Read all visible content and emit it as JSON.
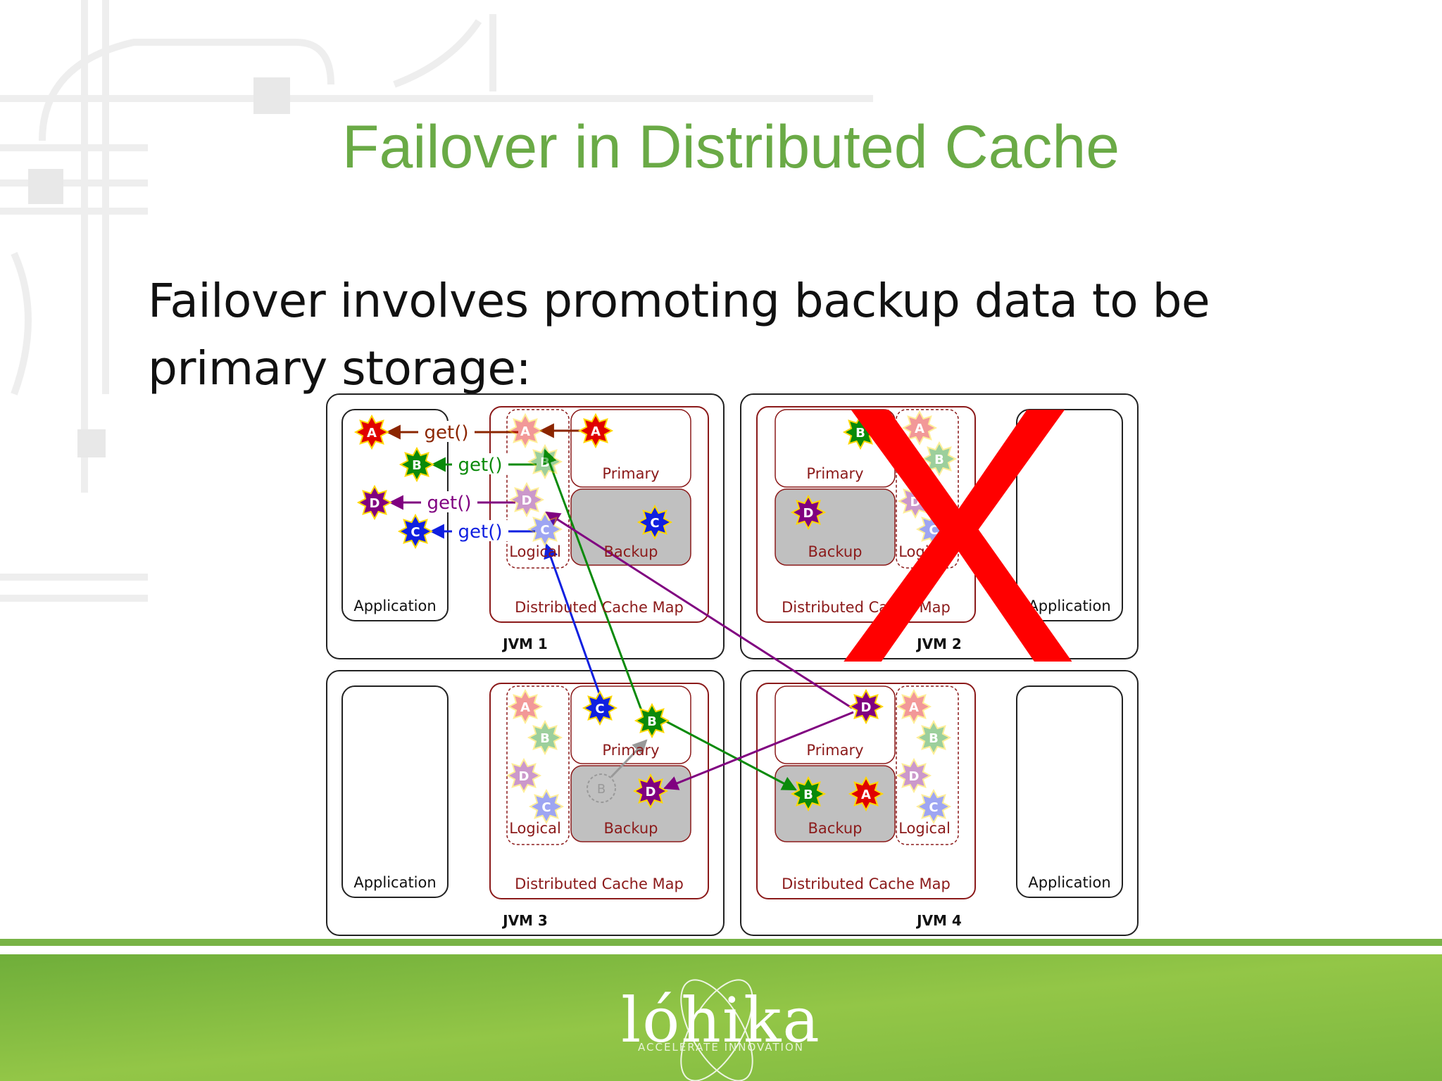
{
  "slide": {
    "title": "Failover in Distributed Cache",
    "body_line1": "Failover involves promoting backup data to be",
    "body_line2": "primary storage:"
  },
  "diagram": {
    "jvm_labels": [
      "JVM 1",
      "JVM 2",
      "JVM 3",
      "JVM 4"
    ],
    "application_label": "Application",
    "cache_map_label": "Distributed Cache Map",
    "primary_label": "Primary",
    "backup_label": "Backup",
    "logical_label": "Logical",
    "get_call": "get()",
    "failed_marker": "X",
    "node_letters": [
      "A",
      "B",
      "C",
      "D"
    ]
  },
  "colors": {
    "title_green": "#6aaa46",
    "footer_green": "#8cbf3f",
    "failure_red": "#ff0000",
    "A": "#e00000",
    "B": "#0a8a0a",
    "C": "#1020e0",
    "D": "#800080",
    "get_A": "#8b2500",
    "get_B": "#0a8a0a",
    "get_C": "#1020e0",
    "get_D": "#800080"
  },
  "footer": {
    "logo": "lóhika",
    "tagline": "ACCELERATE INNOVATION"
  }
}
